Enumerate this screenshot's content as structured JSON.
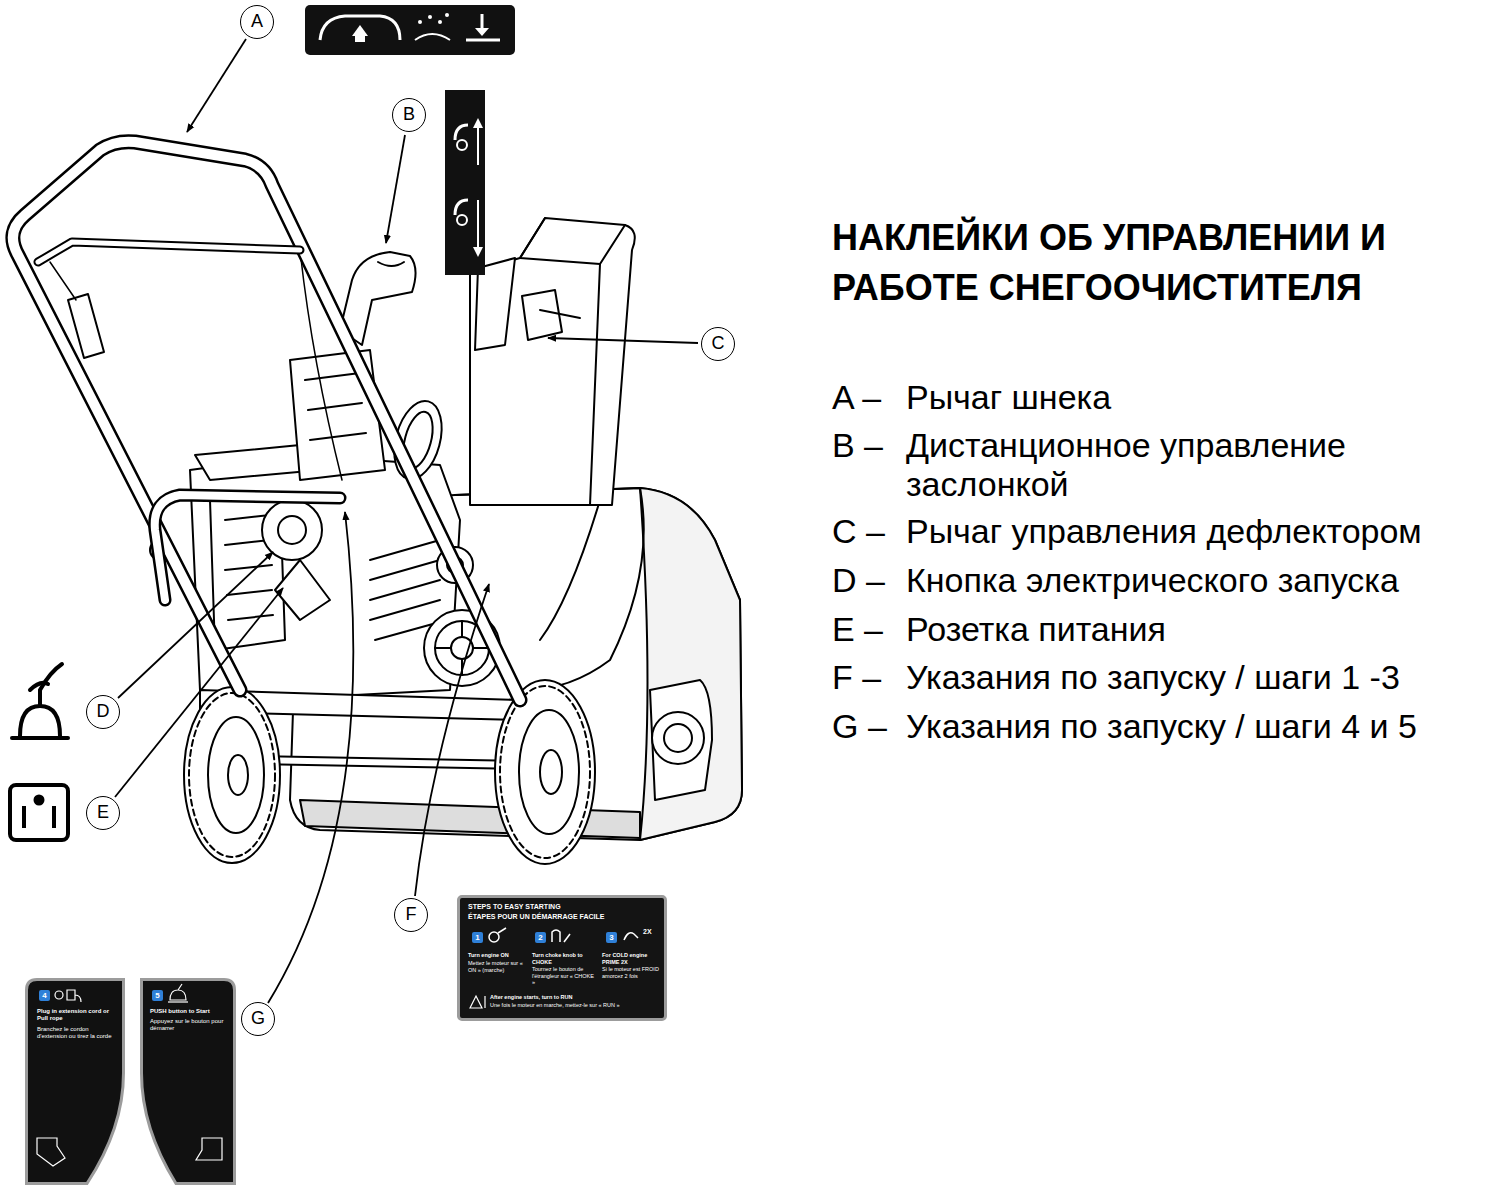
{
  "diagram": {
    "title": "НАКЛЕЙКИ ОБ УПРАВЛЕНИИ И РАБОТЕ СНЕГООЧИСТИТЕЛЯ",
    "nodes": [
      {
        "text": [
          "A"
        ]
      },
      {
        "text": [
          "B"
        ]
      },
      {
        "text": [
          "C"
        ]
      },
      {
        "text": [
          "D"
        ]
      },
      {
        "text": [
          "E"
        ]
      },
      {
        "text": [
          "F"
        ]
      },
      {
        "text": [
          "G"
        ]
      },
      {
        "text": [
          "STEPS TO EASY STARTING",
          "ÉTAPES POUR UN DÉMARRAGE FACILE",
          "1",
          "Turn engine ON",
          "Mettez le moteur sur « ON » (marche)",
          "2",
          "Turn choke knob to CHOKE",
          "Tournez le bouton de l'étrangleur sur « CHOKE »",
          "3",
          "2X",
          "For COLD engine PRIME 2X",
          "Si le moteur est FROID amorcez 2 fois",
          "After engine starts, turn to RUN",
          "Une fois le moteur en marche, mettez-le sur « RUN »"
        ]
      },
      {
        "text": [
          "4",
          "Plug in extension cord or Pull rope",
          "Branchez le cordon d'extension ou tirez la corde"
        ]
      },
      {
        "text": [
          "5",
          "PUSH button to Start",
          "Appuyez sur le bouton pour démarrer"
        ]
      }
    ],
    "labels": [
      "A –",
      "Рычаг шнека",
      "B –",
      "Дистанционное управление заслонкой",
      "C –",
      "Рычаг управления дефлектором",
      "D –",
      "Кнопка электрического запуска",
      "E –",
      "Розетка питания",
      "F –",
      "Указания по запуску / шаги 1 -3",
      "G –",
      "Указания по запуску / шаги 4 и 5"
    ]
  }
}
